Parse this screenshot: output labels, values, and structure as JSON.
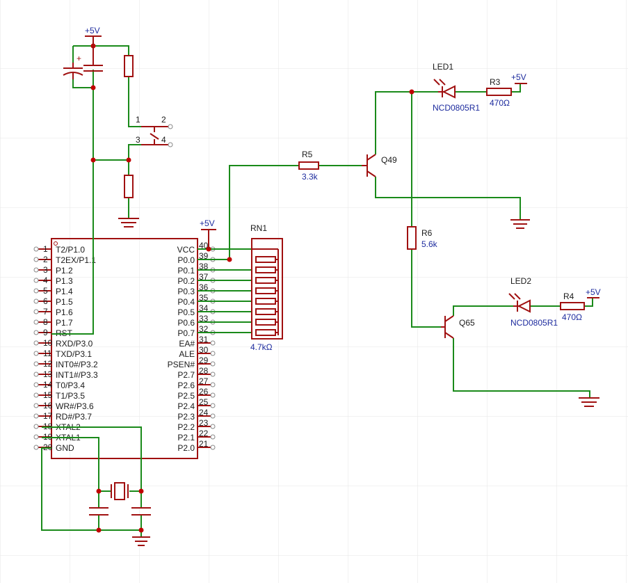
{
  "colors": {
    "background": "#ffffff",
    "grid": "#e6e6e6",
    "component": "#a01010",
    "wire": "#1a8a1a",
    "junction": "#c00000",
    "net_label": "#1d2b9e",
    "pin_text": "#1a1a1a"
  },
  "mcu": {
    "left_pins": [
      {
        "num": "1",
        "name": "T2/P1.0"
      },
      {
        "num": "2",
        "name": "T2EX/P1.1"
      },
      {
        "num": "3",
        "name": "P1.2"
      },
      {
        "num": "4",
        "name": "P1.3"
      },
      {
        "num": "5",
        "name": "P1.4"
      },
      {
        "num": "6",
        "name": "P1.5"
      },
      {
        "num": "7",
        "name": "P1.6"
      },
      {
        "num": "8",
        "name": "P1.7"
      },
      {
        "num": "9",
        "name": "RST"
      },
      {
        "num": "10",
        "name": "RXD/P3.0"
      },
      {
        "num": "11",
        "name": "TXD/P3.1"
      },
      {
        "num": "12",
        "name": "INT0#/P3.2"
      },
      {
        "num": "13",
        "name": "INT1#/P3.3"
      },
      {
        "num": "14",
        "name": "T0/P3.4"
      },
      {
        "num": "15",
        "name": "T1/P3.5"
      },
      {
        "num": "16",
        "name": "WR#/P3.6"
      },
      {
        "num": "17",
        "name": "RD#/P3.7"
      },
      {
        "num": "18",
        "name": "XTAL2"
      },
      {
        "num": "19",
        "name": "XTAL1"
      },
      {
        "num": "20",
        "name": "GND"
      }
    ],
    "right_pins": [
      {
        "num": "40",
        "name": "VCC"
      },
      {
        "num": "39",
        "name": "P0.0"
      },
      {
        "num": "38",
        "name": "P0.1"
      },
      {
        "num": "37",
        "name": "P0.2"
      },
      {
        "num": "36",
        "name": "P0.3"
      },
      {
        "num": "35",
        "name": "P0.4"
      },
      {
        "num": "34",
        "name": "P0.5"
      },
      {
        "num": "33",
        "name": "P0.6"
      },
      {
        "num": "32",
        "name": "P0.7"
      },
      {
        "num": "31",
        "name": "EA#"
      },
      {
        "num": "30",
        "name": "ALE"
      },
      {
        "num": "29",
        "name": "PSEN#"
      },
      {
        "num": "28",
        "name": "P2.7"
      },
      {
        "num": "27",
        "name": "P2.6"
      },
      {
        "num": "26",
        "name": "P2.5"
      },
      {
        "num": "25",
        "name": "P2.4"
      },
      {
        "num": "24",
        "name": "P2.3"
      },
      {
        "num": "23",
        "name": "P2.2"
      },
      {
        "num": "22",
        "name": "P2.1"
      },
      {
        "num": "21",
        "name": "P2.0"
      }
    ]
  },
  "power": {
    "vcc_top": "+5V",
    "vcc_mcu": "+5V",
    "vcc_r3": "+5V",
    "vcc_r4": "+5V"
  },
  "reset_switch": {
    "pin1": "1",
    "pin2": "2",
    "pin3": "3",
    "pin4": "4"
  },
  "rn1": {
    "ref": "RN1",
    "value": "4.7kΩ"
  },
  "r5": {
    "ref": "R5",
    "value": "3.3k"
  },
  "r6": {
    "ref": "R6",
    "value": "5.6k"
  },
  "r3": {
    "ref": "R3",
    "value": "470Ω"
  },
  "r4": {
    "ref": "R4",
    "value": "470Ω"
  },
  "q49": {
    "ref": "Q49"
  },
  "q65": {
    "ref": "Q65"
  },
  "led1": {
    "ref": "LED1",
    "part": "NCD0805R1"
  },
  "led2": {
    "ref": "LED2",
    "part": "NCD0805R1"
  }
}
